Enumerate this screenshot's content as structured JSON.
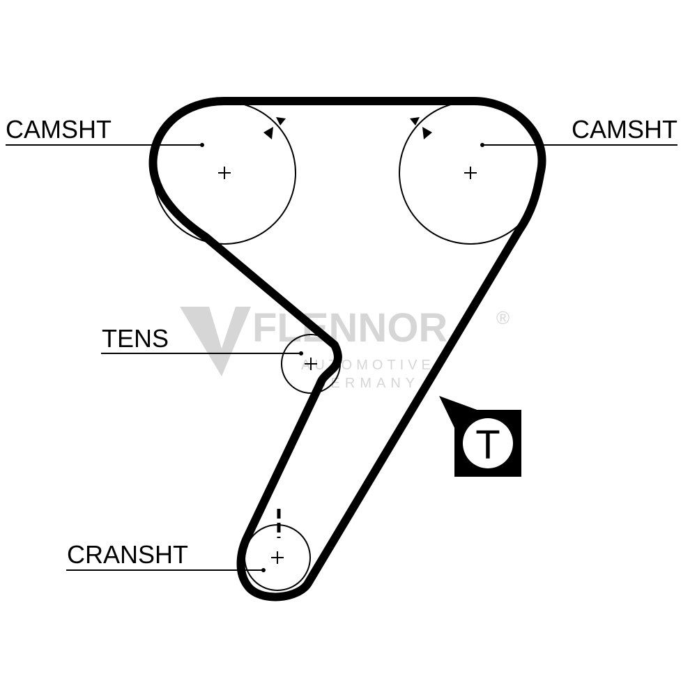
{
  "labels": {
    "camshaft_left": "CAMSHT",
    "camshaft_right": "CAMSHT",
    "tensioner": "TENS",
    "crankshaft": "CRANSHT"
  },
  "badge": {
    "letter": "T"
  },
  "watermark": {
    "brand": "FLENNOR",
    "registered": "®",
    "line1": "AUTOMOTIVE",
    "line2": "GERMANY"
  },
  "colors": {
    "ink": "#000000",
    "watermark": "#d6d6d6",
    "background": "#ffffff"
  }
}
